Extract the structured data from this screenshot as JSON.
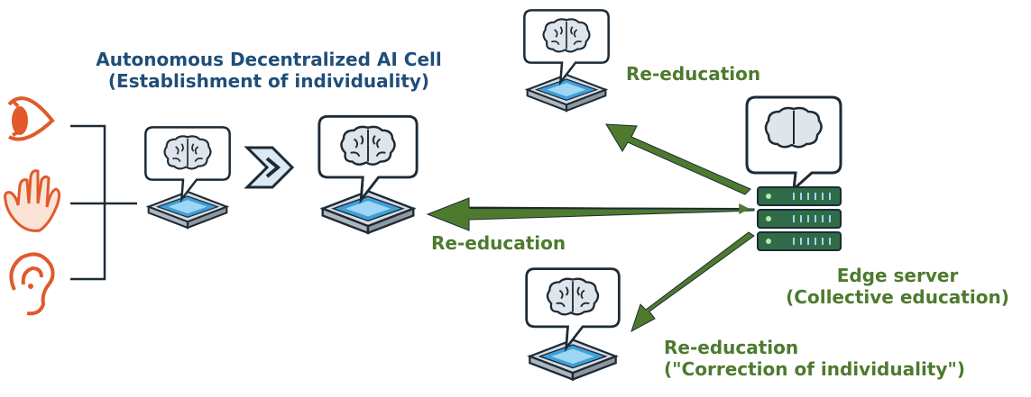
{
  "title": {
    "line1": "Autonomous Decentralized AI Cell",
    "line2": "(Establishment of individuality)"
  },
  "labels": {
    "reeducation_top": "Re-education",
    "reeducation_mid": "Re-education",
    "reeducation_bottom": "Re-education",
    "correction": "(\"Correction of individuality\")",
    "edge_server": "Edge server",
    "collective": "(Collective education)"
  },
  "colors": {
    "title": "#1f4e79",
    "label": "#4e7a2e",
    "arrow": "#4e7a2e",
    "sense": "#e05a2b",
    "chip": "#4aa3d8",
    "server": "#2f6b47"
  },
  "icons": [
    "eye-icon",
    "hand-icon",
    "ear-icon",
    "brain-icon",
    "chip-icon",
    "double-chevron-icon",
    "server-rack-icon"
  ]
}
